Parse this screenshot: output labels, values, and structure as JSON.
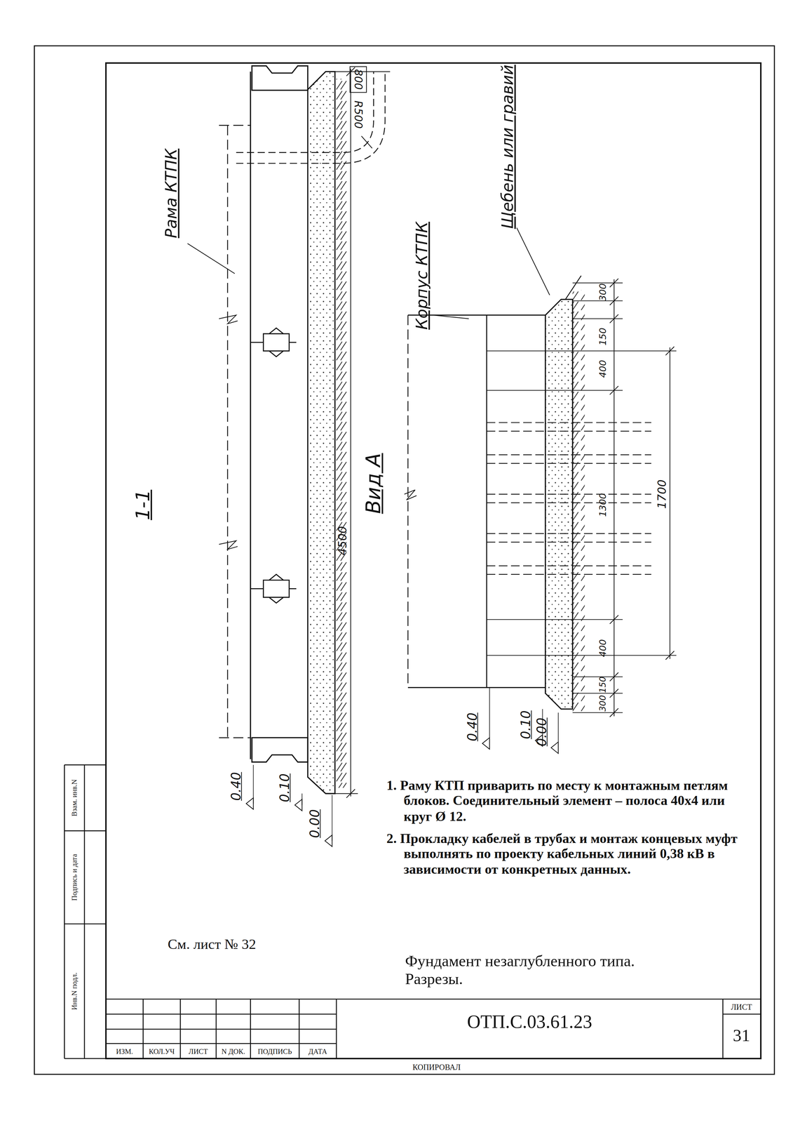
{
  "diagram": {
    "title": "Фундамент незаглубленного типа. Разрезы.",
    "labels": [
      "1-1",
      "Рама КТПК",
      "800",
      "R500",
      "4500",
      "0.40",
      "0.10",
      "0.00",
      "Вид А",
      "Корпус КТПК",
      "Щебень или гравий",
      "300",
      "150",
      "400",
      "1300",
      "1700",
      "400",
      "150",
      "300",
      "0.40",
      "0.10",
      "0.00",
      "1. Раму КТП приварить по месту к монтажным петлям блоков. Соединительный элемент – полоса 40х4 или круг Ø 12.",
      "2. Прокладку кабелей в трубах и монтаж концевых муфт выполнять по проекту кабельных линий 0,38 кВ в зависимости от конкретных данных.",
      "См. лист № 32",
      "ОТП.С.03.61.23",
      "ЛИСТ",
      "31",
      "ИЗМ.",
      "КОЛ.УЧ",
      "ЛИСТ",
      "N ДОК.",
      "ПОДПИСЬ",
      "ДАТА",
      "Взам. инв.N",
      "Подпись и дата",
      "Инв.N подл.",
      "КОПИРОВАЛ"
    ]
  }
}
